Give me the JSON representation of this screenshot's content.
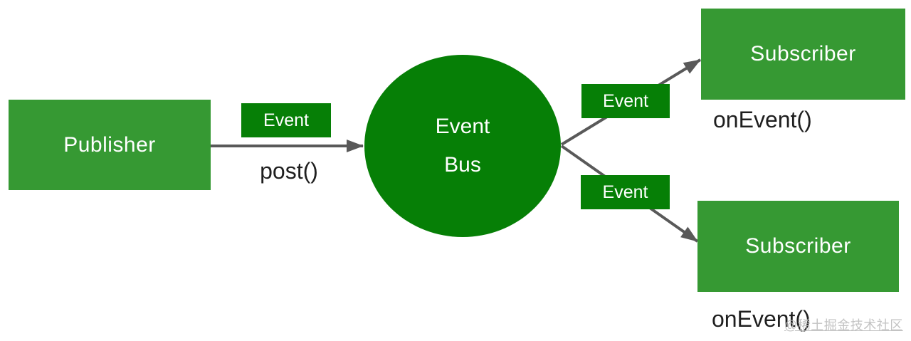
{
  "diagram": {
    "title_semantic": "Event Bus publish-subscribe pattern",
    "colors": {
      "background": "#ffffff",
      "box_green": "#369933",
      "dark_green": "#067f06",
      "arrow_gray": "#595959",
      "code_text": "#1f1f1f",
      "white_text": "#ffffff",
      "watermark_gray": "#bdbdbd"
    },
    "nodes": {
      "publisher": {
        "label": "Publisher"
      },
      "event_bus": {
        "label_line1": "Event",
        "label_line2": "Bus"
      },
      "subscriber_top": {
        "label": "Subscriber"
      },
      "subscriber_bottom": {
        "label": "Subscriber"
      }
    },
    "edges": {
      "publish": {
        "label": "Event",
        "method": "post()"
      },
      "deliver_top": {
        "label": "Event",
        "method": "onEvent()"
      },
      "deliver_bottom": {
        "label": "Event",
        "method": "onEvent()"
      }
    },
    "watermark": "@稀土掘金技术社区"
  }
}
